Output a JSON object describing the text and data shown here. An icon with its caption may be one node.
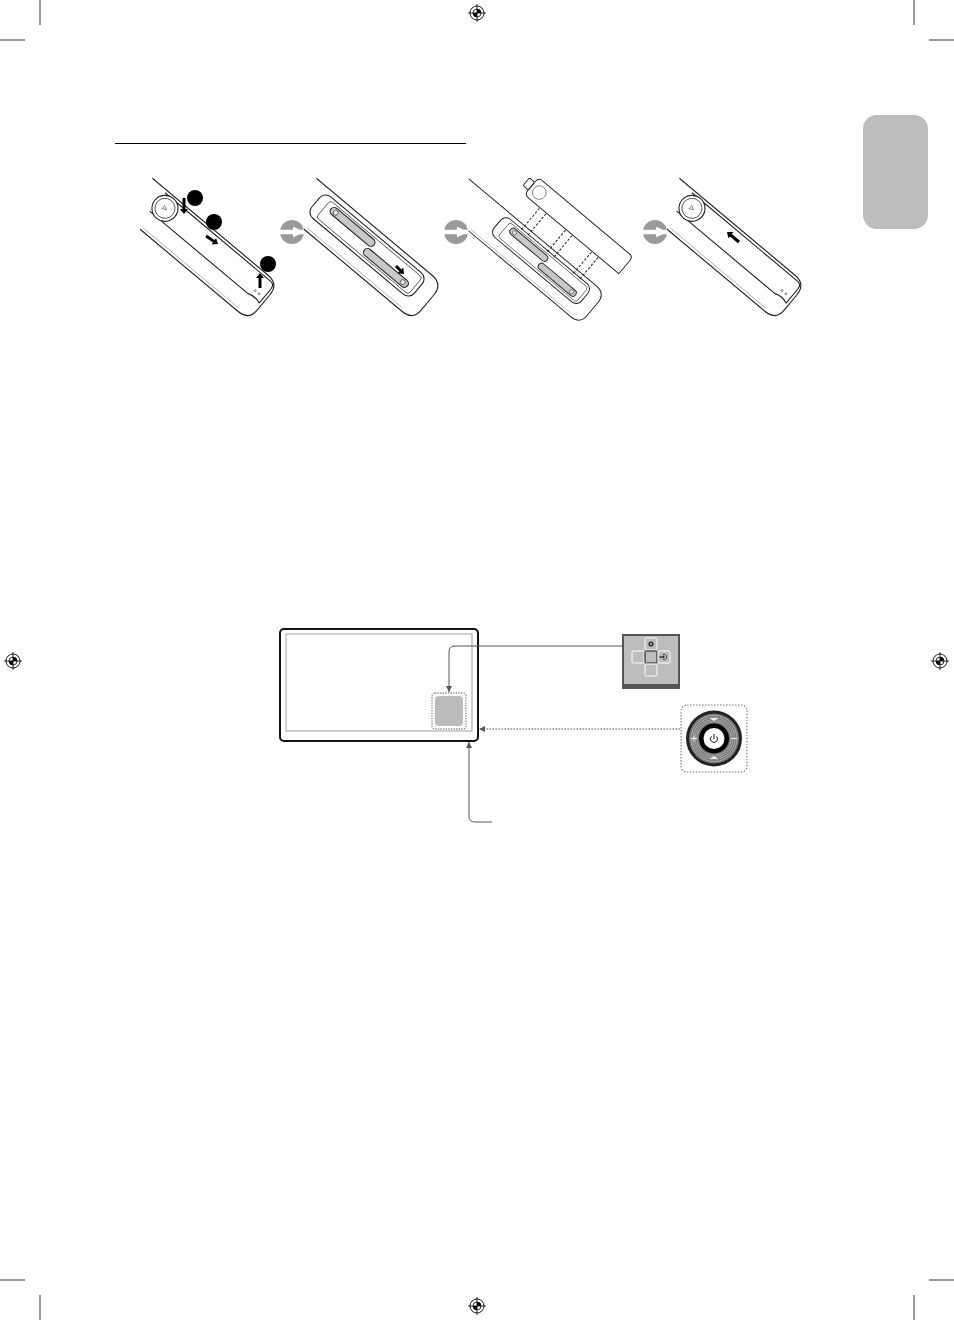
{
  "diagram": {
    "nodes": [
      {
        "text": [],
        "shape": "box"
      },
      {
        "text": [],
        "shape": "picture"
      },
      {
        "text": [],
        "shape": "picture"
      },
      {
        "text": [],
        "shape": "picture"
      },
      {
        "text": [],
        "shape": "picture"
      },
      {
        "text": [],
        "shape": "picture"
      },
      {
        "text": [],
        "shape": "box",
        "in": 5
      },
      {
        "text": [],
        "shape": "picture"
      },
      {
        "text": [],
        "shape": "picture"
      }
    ],
    "edges": [
      {
        "from": 1,
        "to": 2,
        "arrow": "to",
        "style": "thick",
        "color": "#ffffff"
      },
      {
        "from": 2,
        "to": 3,
        "arrow": "to",
        "style": "thick",
        "color": "#ffffff"
      },
      {
        "from": 3,
        "to": 4,
        "arrow": "to",
        "style": "thick",
        "color": "#ffffff"
      },
      {
        "from": 7,
        "to": 6,
        "arrow": "to",
        "color": "#555555"
      },
      {
        "from": 8,
        "to": 5,
        "arrow": "to",
        "style": "dashed",
        "color": "#555555"
      },
      {
        "from": null,
        "to": 5,
        "arrow": "to",
        "color": "#555555"
      }
    ]
  }
}
